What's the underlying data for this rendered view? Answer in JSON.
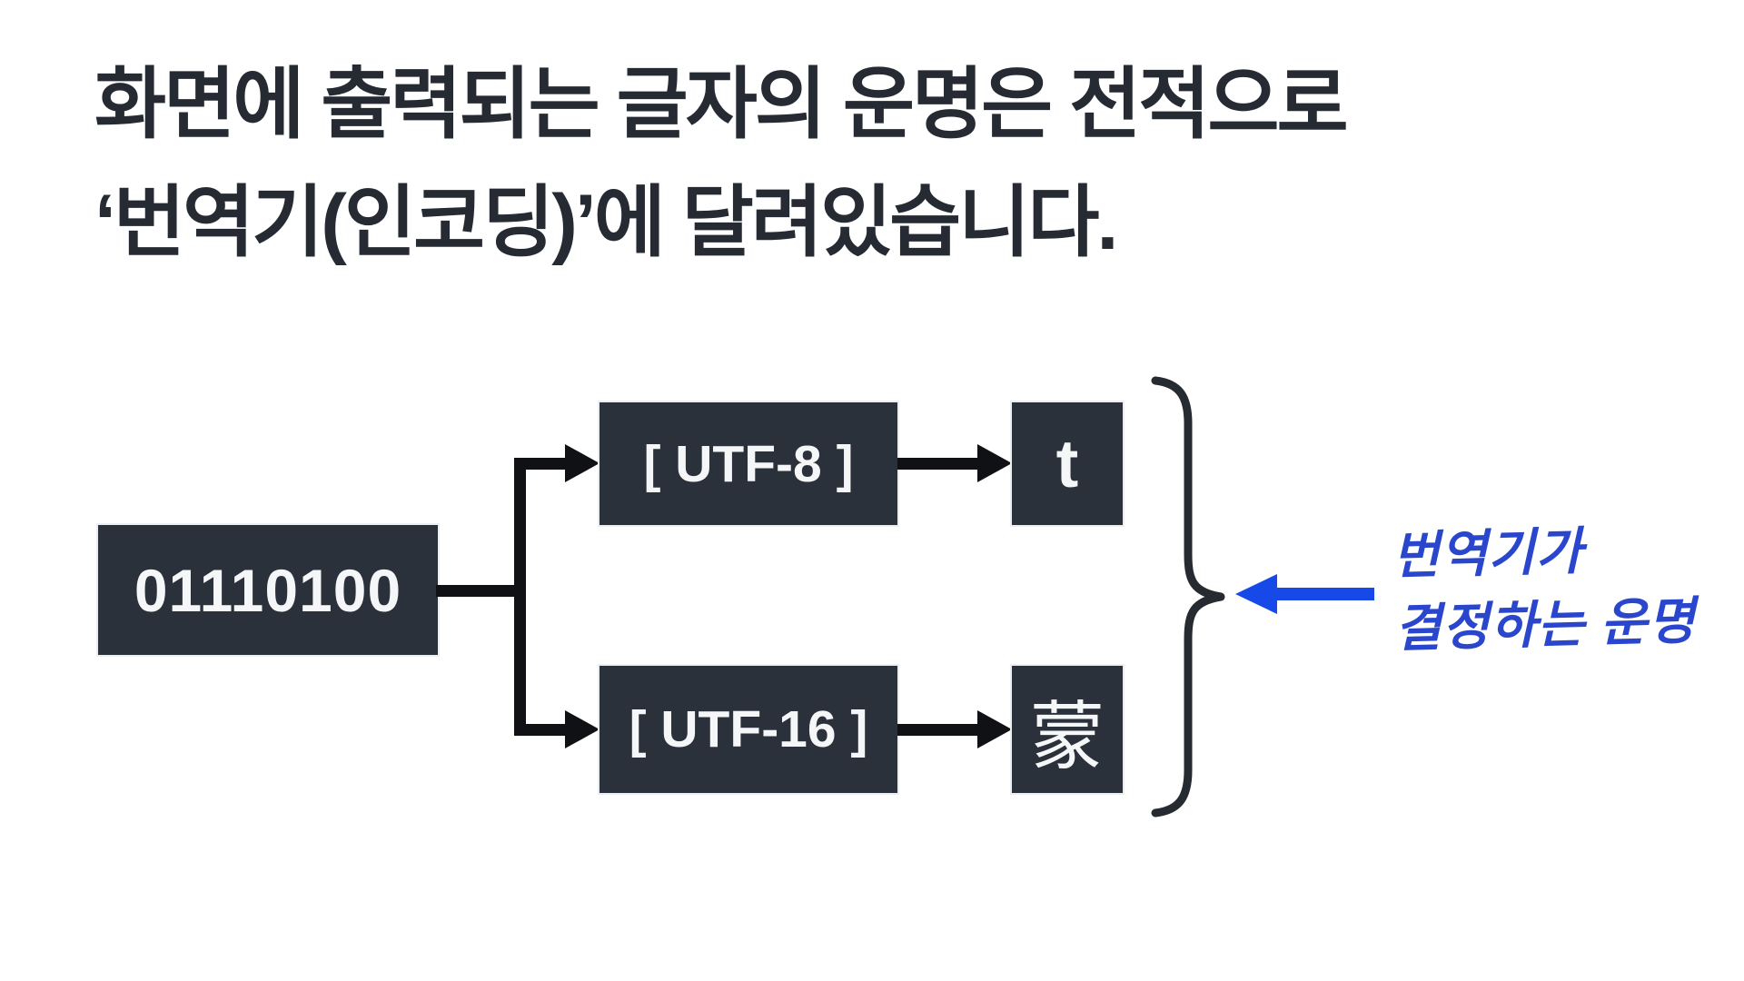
{
  "slide": {
    "title": {
      "line1": "화면에 출력되는 글자의 운명은 전적으로",
      "line2": "‘번역기(인코딩)’에 달려있습니다."
    },
    "diagram": {
      "source": {
        "label": "01110100"
      },
      "encoders": [
        {
          "label": "[ UTF-8 ]"
        },
        {
          "label": "[ UTF-16 ]"
        }
      ],
      "results": [
        {
          "label": "t"
        },
        {
          "label": "蒙"
        }
      ],
      "annotation": {
        "line1": "번역기가",
        "line2": "결정하는 운명"
      }
    },
    "colors": {
      "background": "#ffffff",
      "ink": "#262b33",
      "box_bg": "#2b313b",
      "box_text": "#f5f6f8",
      "connector": "#101114",
      "brace": "#262b31",
      "accent_arrow": "#1748e8",
      "accent_text": "#2946cd"
    }
  }
}
